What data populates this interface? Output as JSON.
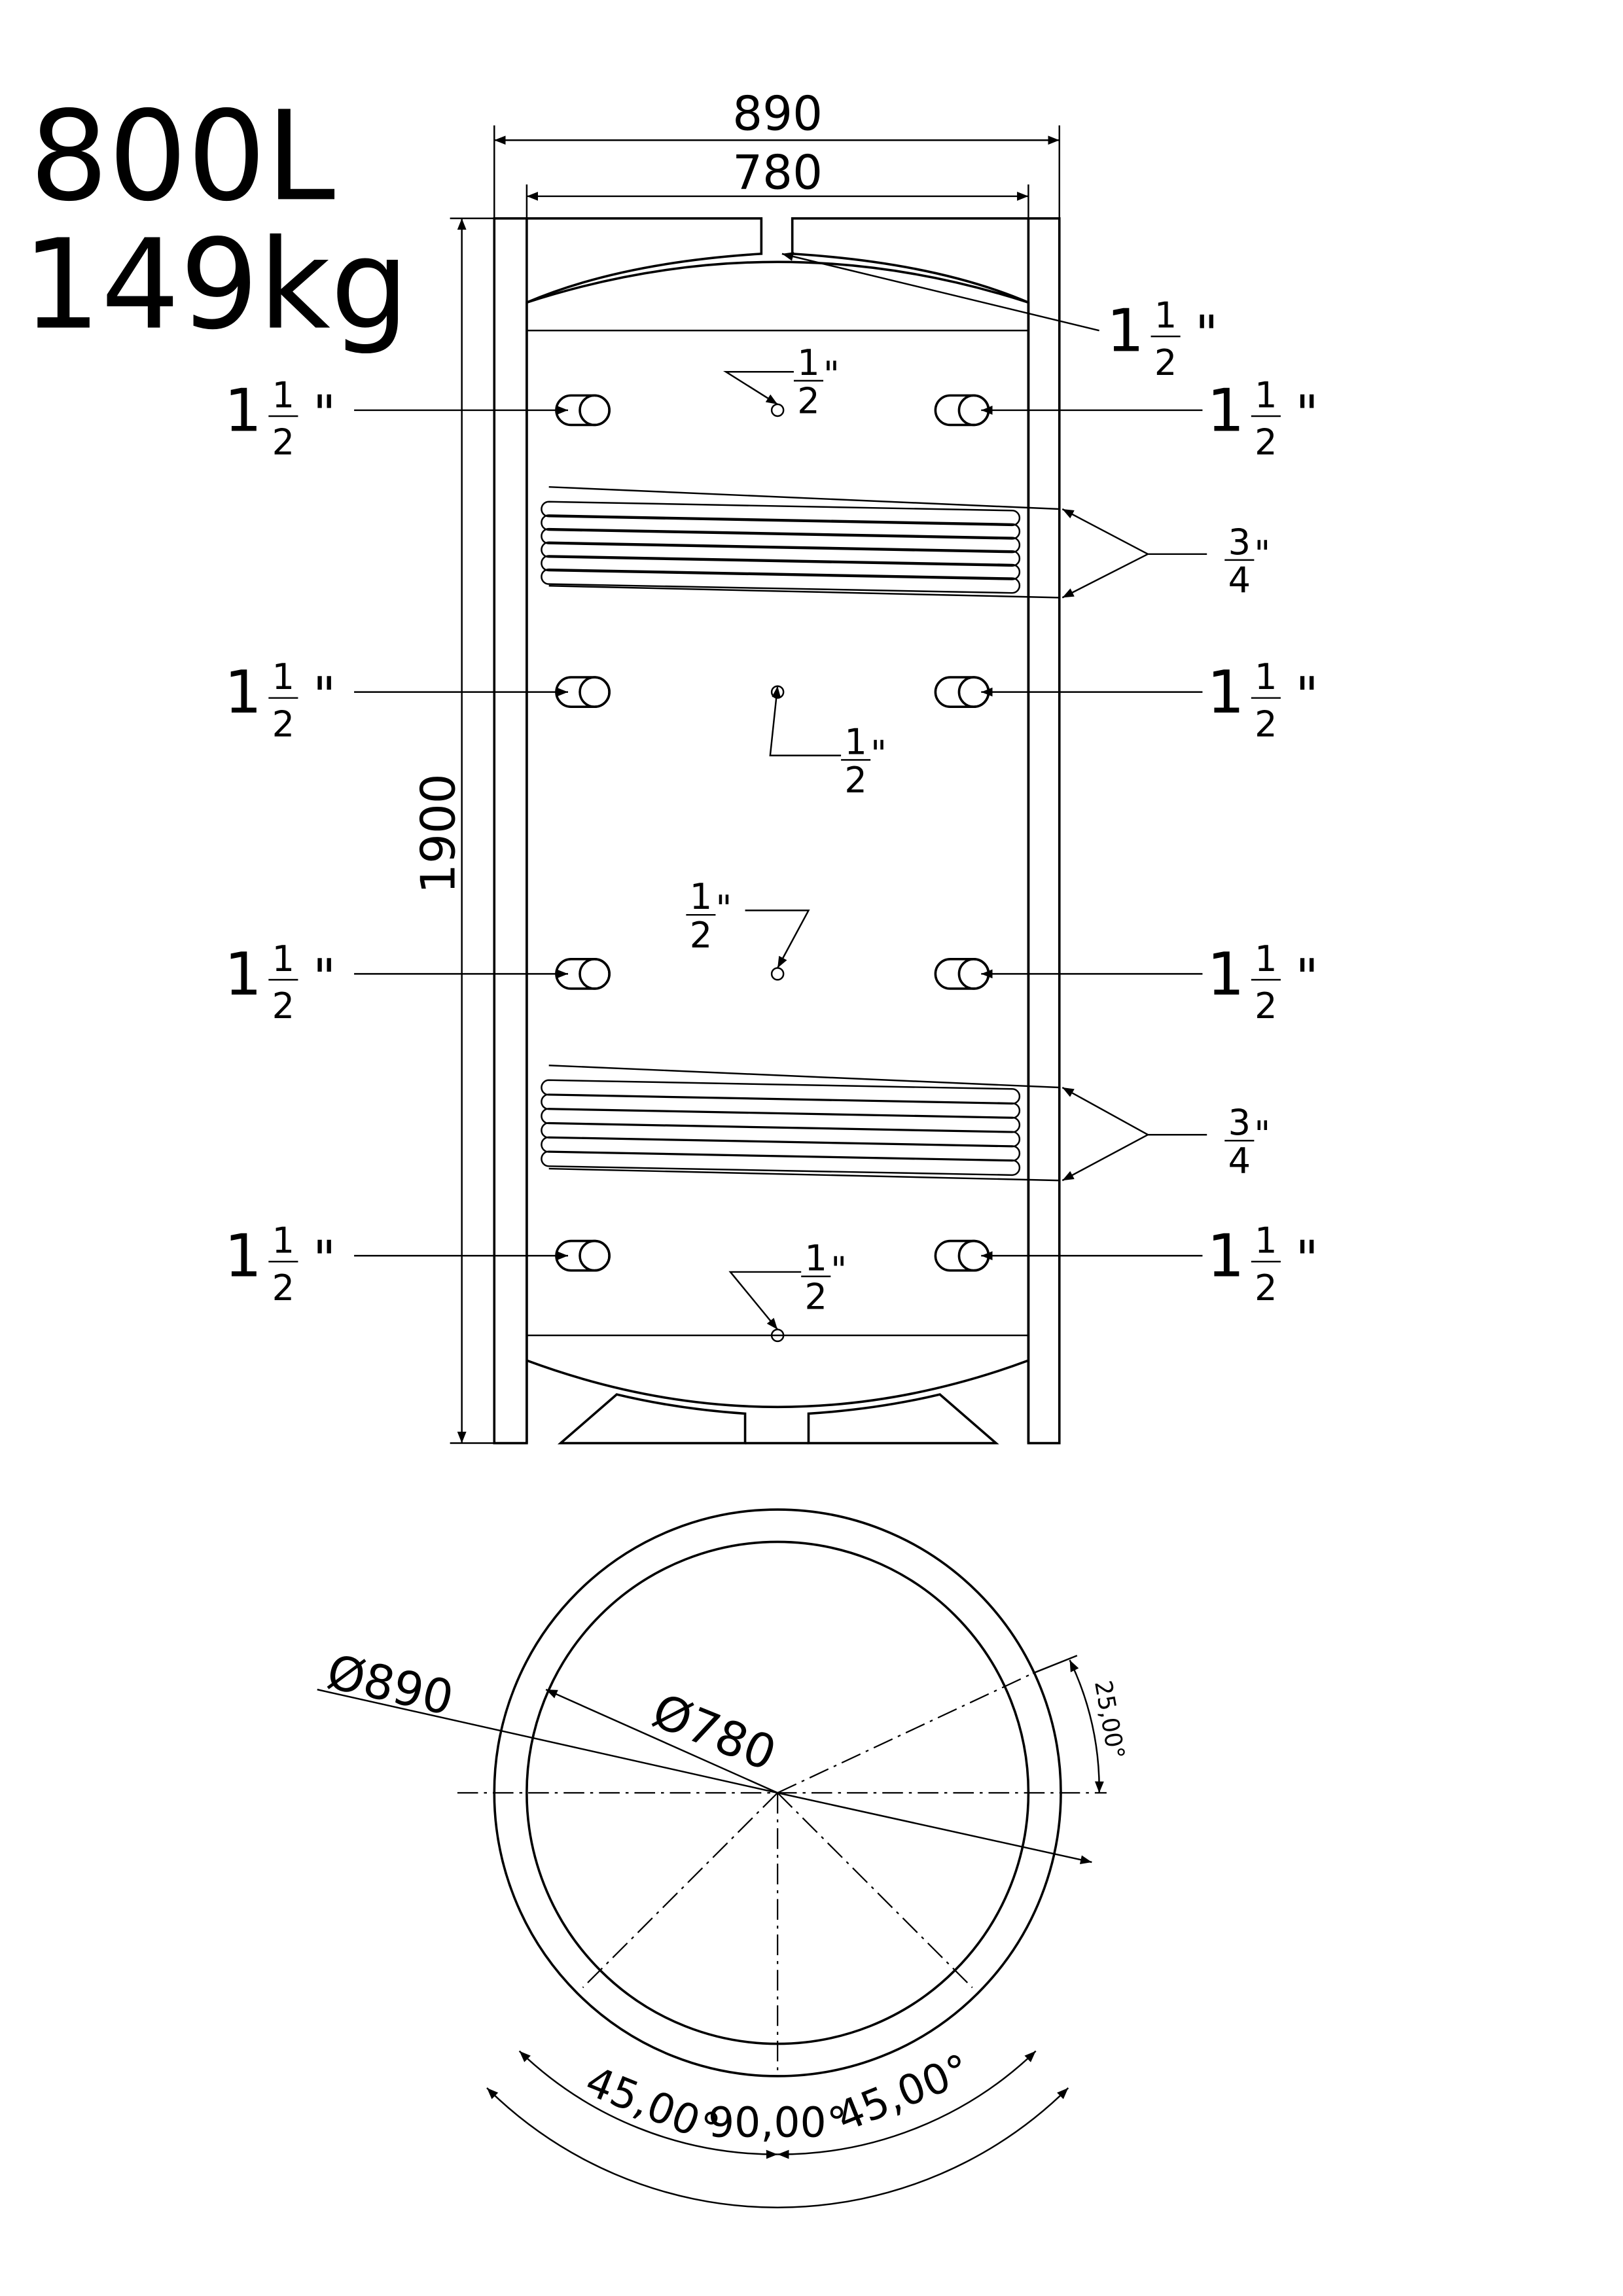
{
  "header": {
    "volume": "800L",
    "weight": "149kg"
  },
  "dimensions": {
    "outer_width": "890",
    "inner_width": "780",
    "height": "1900"
  },
  "fittings": {
    "large": {
      "whole": "1",
      "num": "1",
      "den": "2",
      "mark": "\""
    },
    "small": {
      "num": "1",
      "den": "2",
      "mark": "\""
    },
    "coil": {
      "num": "3",
      "den": "4",
      "mark": "\""
    }
  },
  "section": {
    "outer_diameter": "Ø890",
    "inner_diameter": "Ø780",
    "angle_25": "25,00°",
    "angle_45_left": "45,00°",
    "angle_45_right": "45,00°",
    "angle_90": "90,00°"
  }
}
